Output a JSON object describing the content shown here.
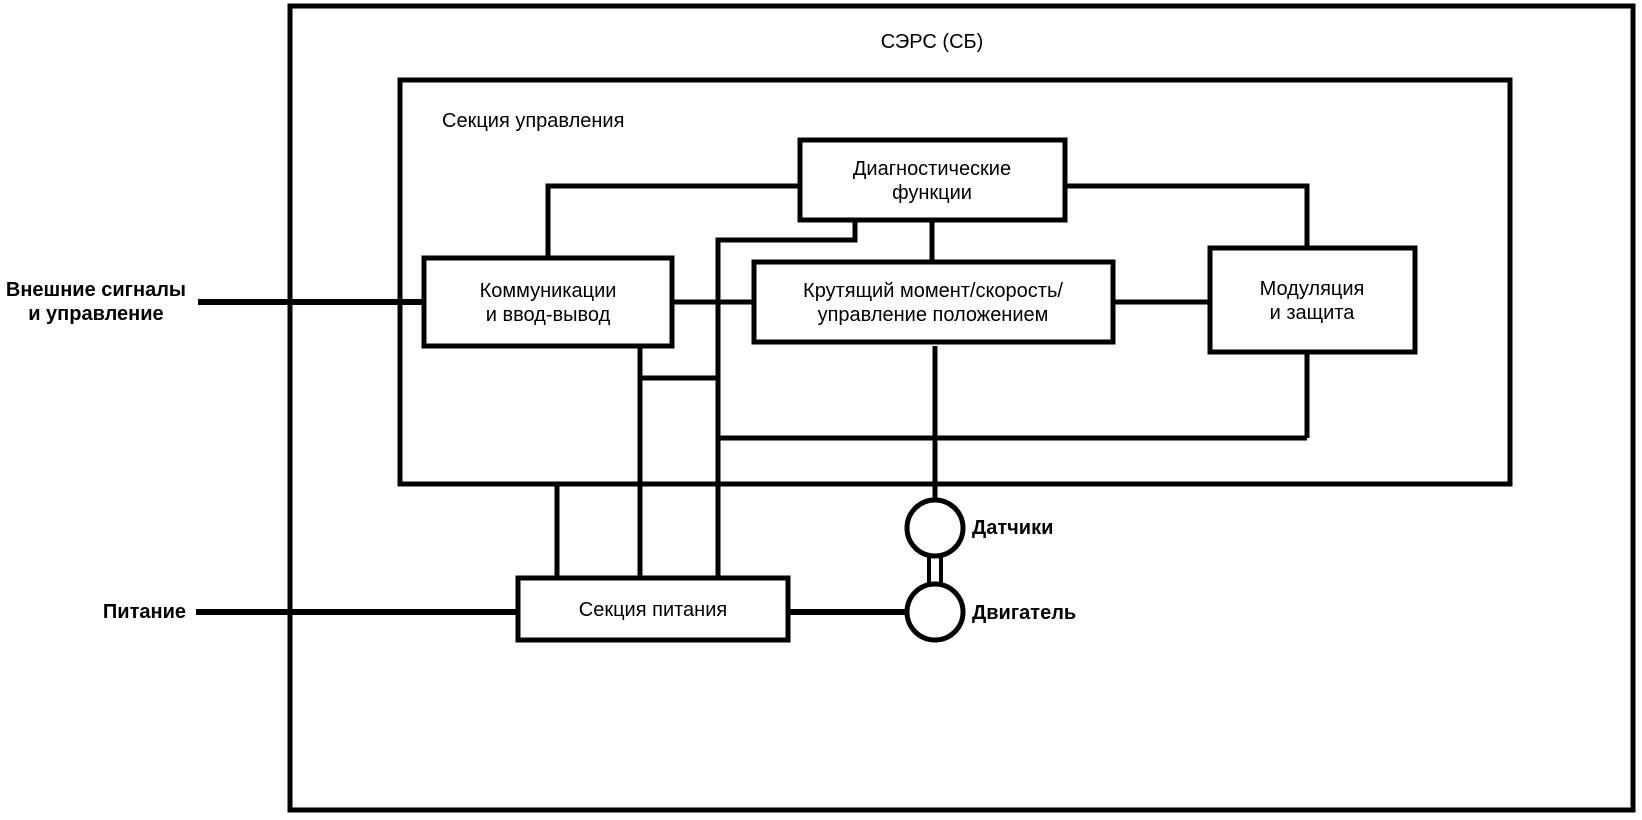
{
  "diagram": {
    "title": "СЭРС (СБ)",
    "control_section_label": "Секция управления",
    "boxes": {
      "diagnostics": "Диагностические\nфункции",
      "communications": "Коммуникации\nи ввод-вывод",
      "torque_control": "Крутящий момент/скорость/\nуправление положением",
      "modulation": "Модуляция\nи защита",
      "power_section": "Секция питания"
    },
    "external_labels": {
      "external_signals": "Внешние сигналы\nи управление",
      "power_input": "Питание",
      "sensors": "Датчики",
      "motor": "Двигатель"
    },
    "colors": {
      "line": "#000000",
      "background": "#ffffff",
      "text": "#000000"
    }
  }
}
